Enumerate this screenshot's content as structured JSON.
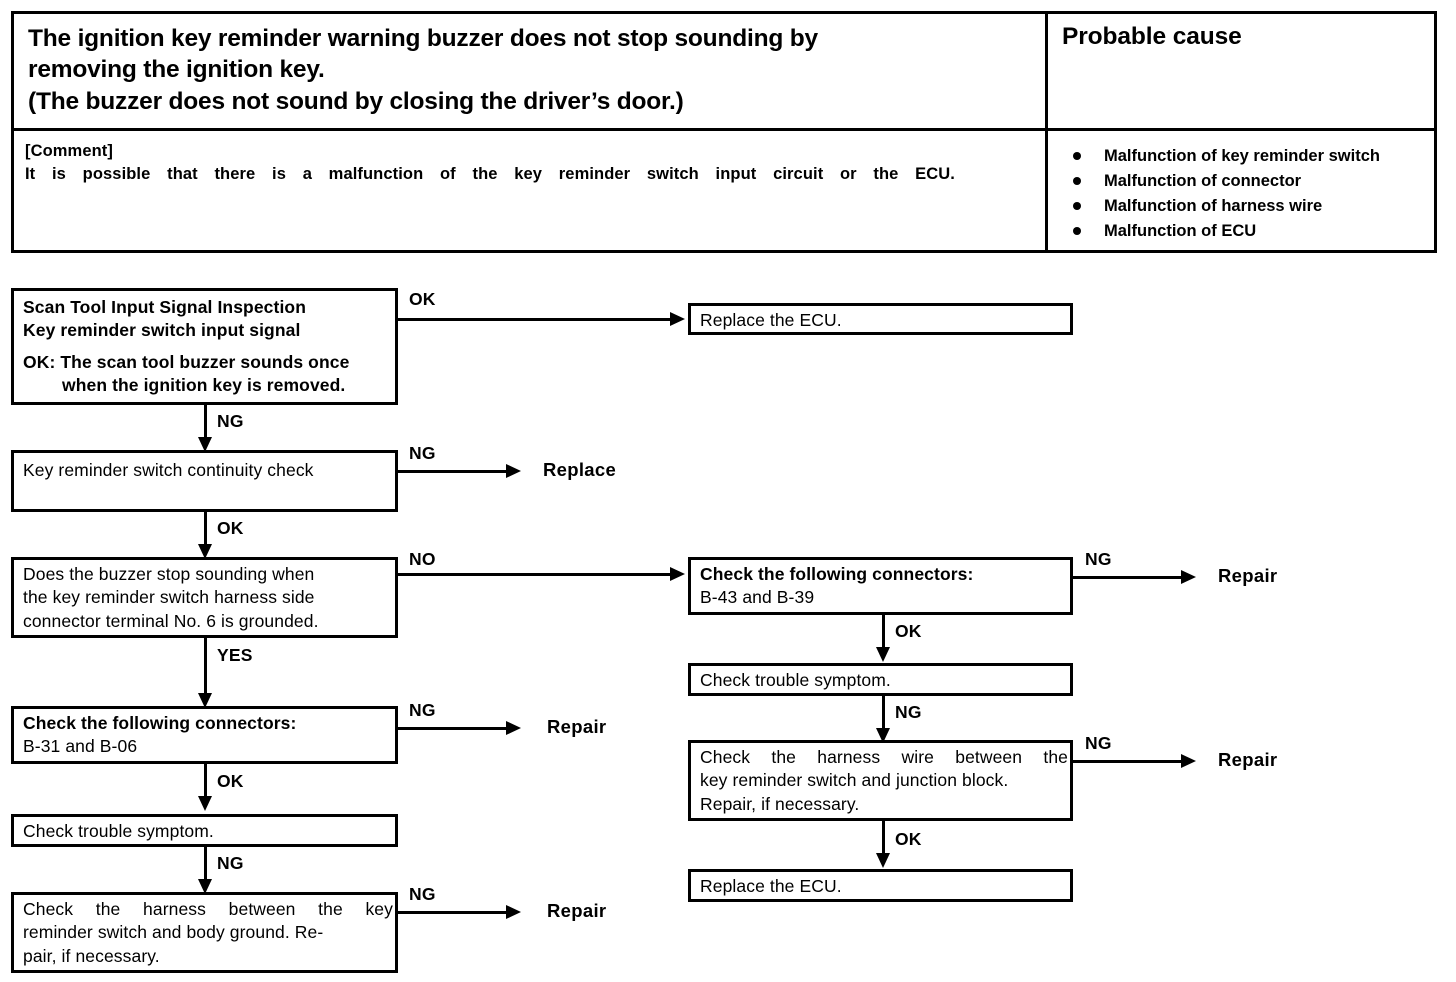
{
  "table": {
    "symptom_lines": [
      "The ignition key reminder warning buzzer does not stop sounding by",
      "removing the ignition key.",
      "(The buzzer does not sound by closing the driver’s door.)"
    ],
    "probable_cause_header": "Probable cause",
    "comment_label": "[Comment]",
    "comment_text": "It is possible that there is a malfunction of the key reminder switch input circuit or the ECU.",
    "causes": [
      "Malfunction of key reminder switch",
      "Malfunction of  connector",
      "Malfunction of  harness wire",
      "Malfunction of  ECU"
    ]
  },
  "flow": {
    "box_scan_tool": {
      "title": "Scan Tool Input Signal Inspection",
      "subtitle": "Key reminder switch input signal",
      "ok_label": "OK:",
      "ok_line1": "The scan tool buzzer sounds once",
      "ok_line2": "when the ignition key is removed."
    },
    "box_replace_ecu_top": "Replace the ECU.",
    "box_continuity": "Key reminder switch continuity check",
    "box_buzzer_question": [
      "Does the buzzer stop sounding when",
      "the key reminder switch harness side",
      "connector terminal No. 6 is grounded."
    ],
    "box_connectors_left": {
      "line1": "Check  the  following  connectors:",
      "line2": "B-31 and B-06"
    },
    "box_trouble_left": "Check trouble symptom.",
    "box_harness_left": [
      "Check  the  harness  between  the  key",
      "reminder switch and body ground. Re-",
      "pair, if necessary."
    ],
    "box_connectors_right": {
      "line1": "Check  the  following  connectors:",
      "line2": "B-43 and B-39"
    },
    "box_trouble_right": "Check trouble symptom.",
    "box_harness_right": [
      "Check  the  harness  wire  between  the",
      "key reminder switch and junction block.",
      "Repair, if necessary."
    ],
    "box_replace_ecu_bottom": "Replace the ECU.",
    "labels": {
      "ok_1": "OK",
      "ng_down_1": "NG",
      "ng_right_1": "NG",
      "ok_down_2": "OK",
      "no_right": "NO",
      "yes_down": "YES",
      "ng_right_2": "NG",
      "ok_down_3": "OK",
      "ng_down_2": "NG",
      "ng_right_3": "NG",
      "ng_right_4": "NG",
      "ok_down_4": "OK",
      "ng_down_3": "NG",
      "ng_right_5": "NG",
      "ok_down_5": "OK"
    },
    "terminals": {
      "replace_1": "Replace",
      "repair_1": "Repair",
      "repair_2": "Repair",
      "repair_3": "Repair",
      "repair_4": "Repair"
    }
  }
}
